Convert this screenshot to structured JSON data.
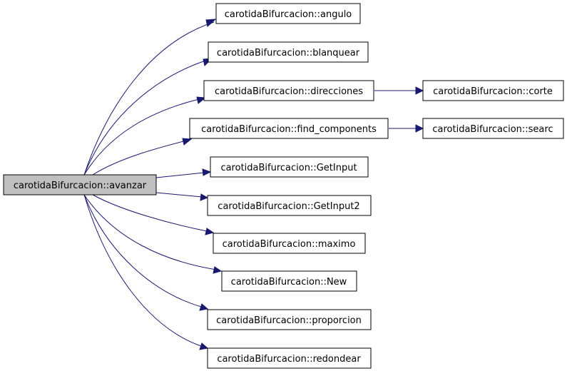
{
  "nodes": {
    "root": "carotidaBifurcacion::avanzar",
    "angulo": "carotidaBifurcacion::angulo",
    "blanquear": "carotidaBifurcacion::blanquear",
    "direcciones": "carotidaBifurcacion::direcciones",
    "corte": "carotidaBifurcacion::corte",
    "find_components": "carotidaBifurcacion::find_components",
    "searc": "carotidaBifurcacion::searc",
    "getinput": "carotidaBifurcacion::GetInput",
    "getinput2": "carotidaBifurcacion::GetInput2",
    "maximo": "carotidaBifurcacion::maximo",
    "new": "carotidaBifurcacion::New",
    "proporcion": "carotidaBifurcacion::proporcion",
    "redondear": "carotidaBifurcacion::redondear"
  },
  "colors": {
    "edge": "#191970",
    "root_fill": "#bfbfbf",
    "node_fill": "#ffffff",
    "node_border": "#000000"
  }
}
